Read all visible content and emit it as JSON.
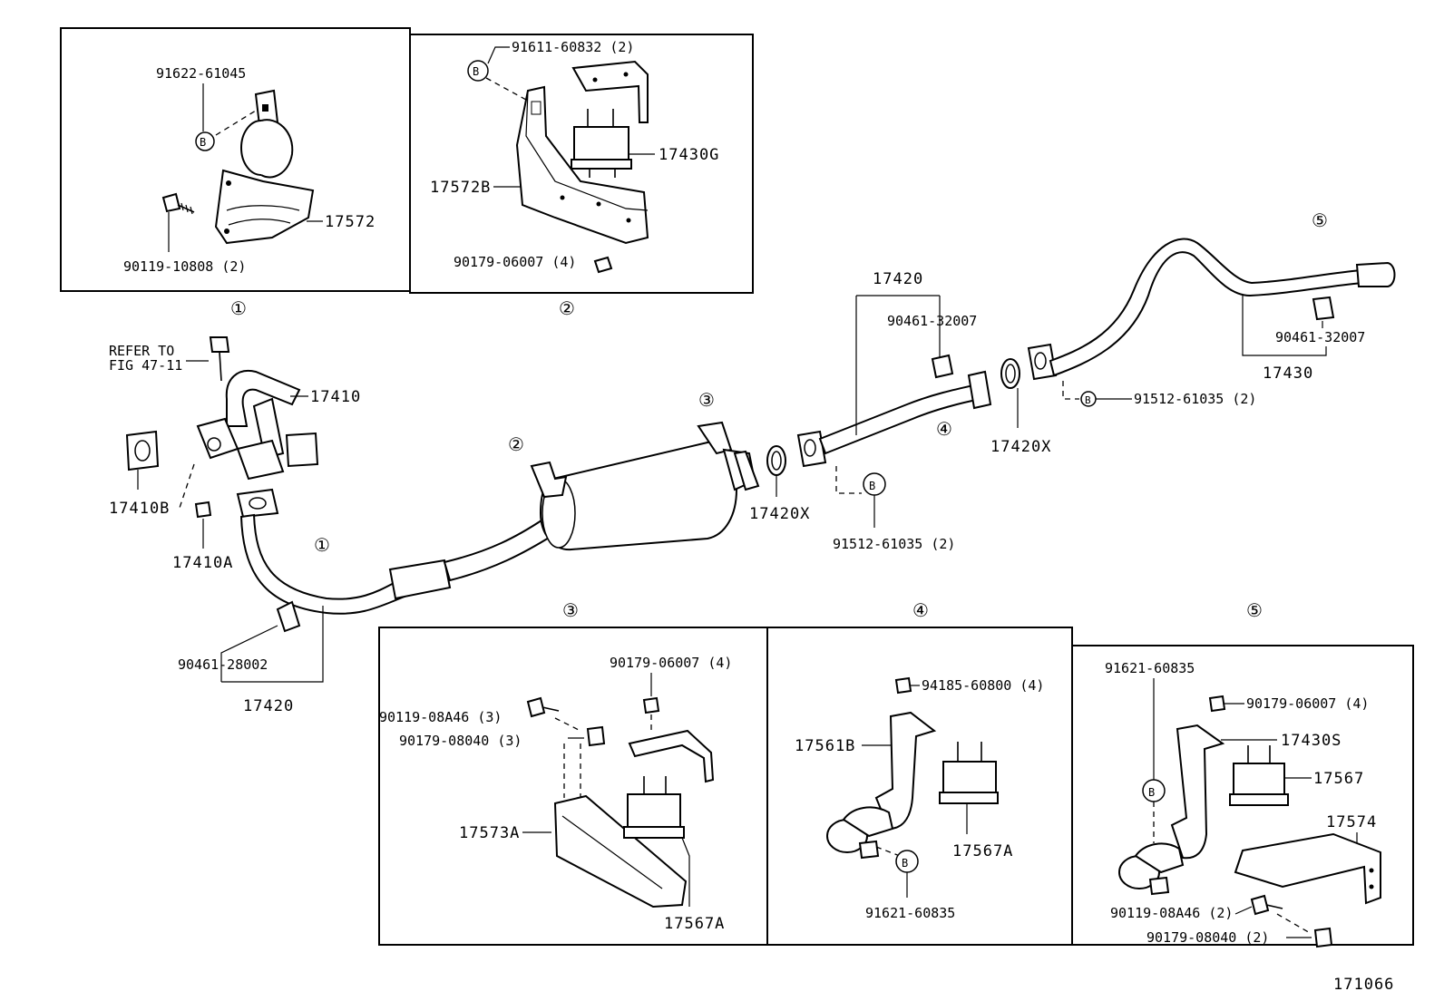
{
  "diagram_id": "171066",
  "boxes": {
    "detail1": {
      "number": "①",
      "labels": {
        "clamp_bolt": "91622-61045",
        "hanger": "17572",
        "bolt": "90119-10808 (2)"
      }
    },
    "detail2": {
      "number": "②",
      "labels": {
        "bolt": "91611-60832 (2)",
        "mount": "17430G",
        "bracket": "17572B",
        "nut": "90179-06007 (4)"
      }
    },
    "detail3": {
      "number": "③",
      "labels": {
        "nut_top": "90179-06007 (4)",
        "bolt": "90119-08A46 (3)",
        "nut": "90179-08040 (3)",
        "bracket": "17573A",
        "mount": "17567A"
      }
    },
    "detail4": {
      "number": "④",
      "labels": {
        "nut": "94185-60800 (4)",
        "bracket": "17561B",
        "mount": "17567A",
        "clamp": "91621-60835"
      }
    },
    "detail5": {
      "number": "⑤",
      "labels": {
        "clamp": "91621-60835",
        "nut_top": "90179-06007 (4)",
        "bracket": "17430S",
        "mount": "17567",
        "plate": "17574",
        "bolt": "90119-08A46 (2)",
        "nut": "90179-08040 (2)"
      }
    }
  },
  "main": {
    "refer_line1": "REFER TO",
    "refer_line2": "FIG 47-11",
    "manifold_pipe": "17410",
    "gasket_b": "17410B",
    "nut_a": "17410A",
    "front_clamp": "90461-28002",
    "front_pipe": "17420",
    "ring_1": "17420X",
    "ring_2": "17420X",
    "bolt_1": "91512-61035 (2)",
    "bolt_2": "91512-61035 (2)",
    "center_pipe": "17420",
    "center_clamp": "90461-32007",
    "tail_clamp": "90461-32007",
    "tail_pipe": "17430",
    "marker_b": "B",
    "callout_1": "①",
    "callout_2": "②",
    "callout_3": "③",
    "callout_4": "④",
    "callout_5": "⑤"
  }
}
